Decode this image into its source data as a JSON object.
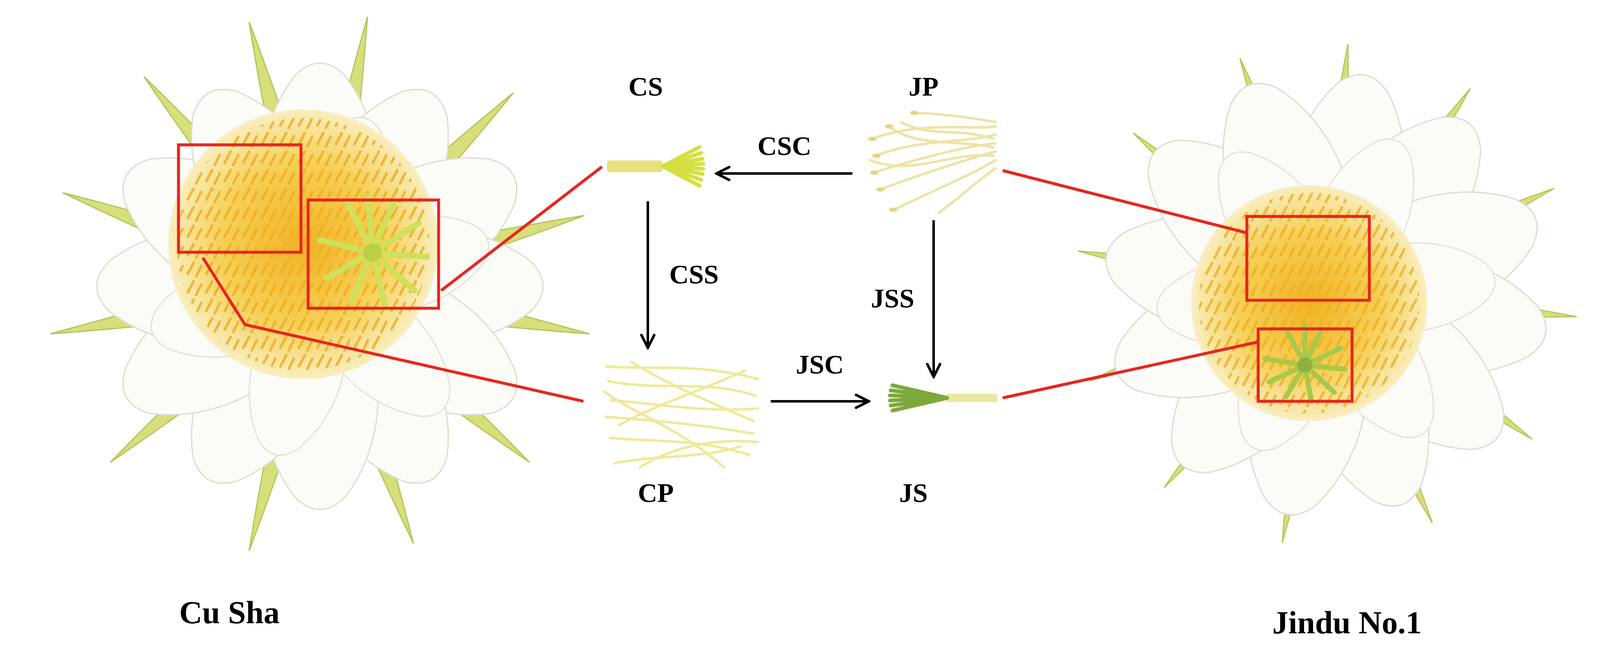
{
  "diagram": {
    "nodes": [
      {
        "text": [
          "CS"
        ]
      },
      {
        "text": [
          "JP"
        ]
      },
      {
        "text": [
          "CP"
        ]
      },
      {
        "text": [
          "JS"
        ]
      }
    ],
    "edges": [
      {
        "from": 1,
        "to": 0,
        "label": "CSC",
        "arrow": "to"
      },
      {
        "from": 0,
        "to": 2,
        "label": "CSS",
        "arrow": "to"
      },
      {
        "from": 1,
        "to": 3,
        "label": "JSS",
        "arrow": "to"
      },
      {
        "from": 2,
        "to": 3,
        "label": "JSC",
        "arrow": "to"
      }
    ],
    "labels": [
      "Cu Sha",
      "Jindu No.1"
    ]
  }
}
